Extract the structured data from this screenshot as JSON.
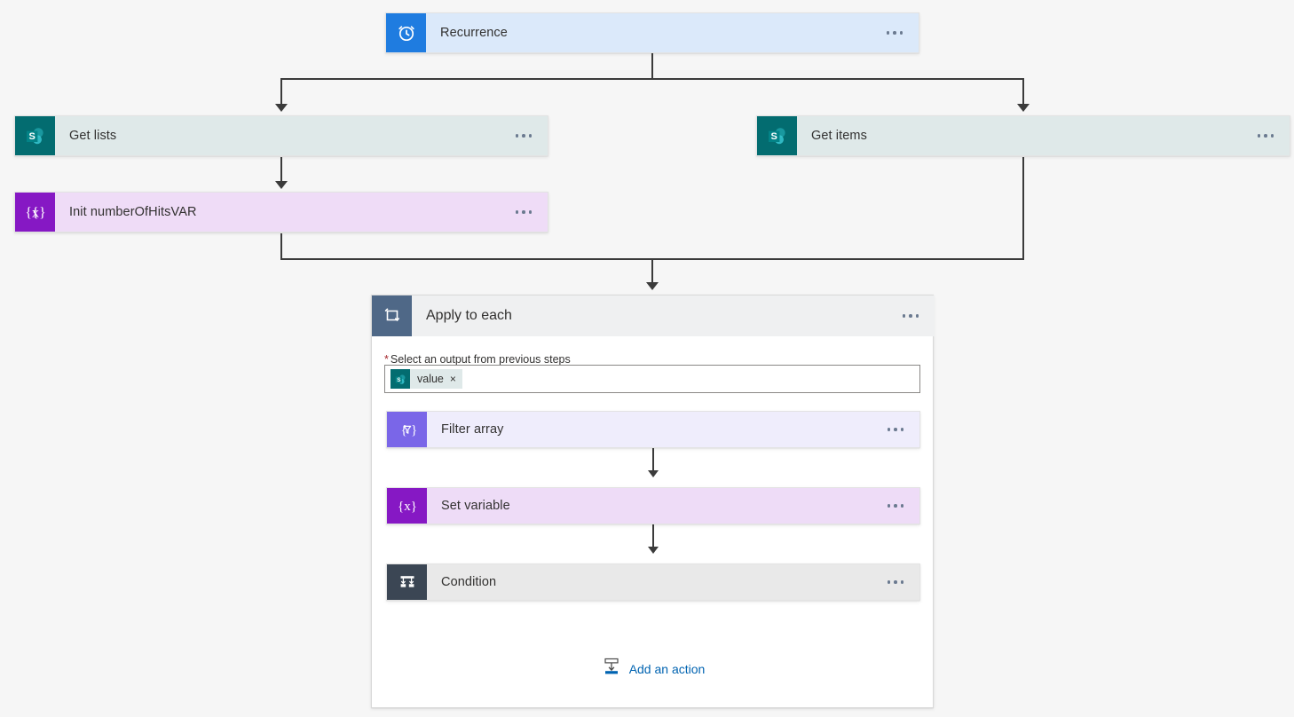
{
  "canvas": {
    "background": "#f6f6f6",
    "connector_color": "#3b3b3b"
  },
  "nodes": {
    "recurrence": {
      "title": "Recurrence",
      "icon": "alarm-clock-icon",
      "icon_color": "#1f7ce0",
      "body_color": "#dbe9fa",
      "menu": "more-options"
    },
    "get_lists": {
      "title": "Get lists",
      "icon": "sharepoint-icon",
      "icon_color": "#036c70",
      "body_color": "#dfe9e9",
      "menu": "more-options"
    },
    "get_items": {
      "title": "Get items",
      "icon": "sharepoint-icon",
      "icon_color": "#036c70",
      "body_color": "#dfe9e9",
      "menu": "more-options"
    },
    "init_variable": {
      "title": "Init numberOfHitsVAR",
      "icon": "variable-braces-icon",
      "icon_color": "#8618c4",
      "body_color": "#efdcf7",
      "menu": "more-options"
    },
    "apply_to_each": {
      "title": "Apply to each",
      "icon": "loop-icon",
      "icon_color": "#4f6887",
      "body_color": "#eff0f1",
      "menu": "more-options",
      "field_label": "Select an output from previous steps",
      "required_marker": "*",
      "token": {
        "label": "value",
        "remove": "×",
        "icon": "sharepoint-icon"
      }
    },
    "filter_array": {
      "title": "Filter array",
      "icon": "filter-funnel-icon",
      "icon_color": "#7a66e8",
      "body_color": "#efedfc",
      "menu": "more-options"
    },
    "set_variable": {
      "title": "Set variable",
      "icon": "variable-braces-icon",
      "icon_color": "#8618c4",
      "body_color": "#eedcf7",
      "menu": "more-options"
    },
    "condition": {
      "title": "Condition",
      "icon": "condition-branch-icon",
      "icon_color": "#3b4654",
      "body_color": "#e9e9e9",
      "menu": "more-options"
    }
  },
  "add_action": {
    "label": "Add an action",
    "icon": "insert-action-icon",
    "color": "#0063b1"
  }
}
